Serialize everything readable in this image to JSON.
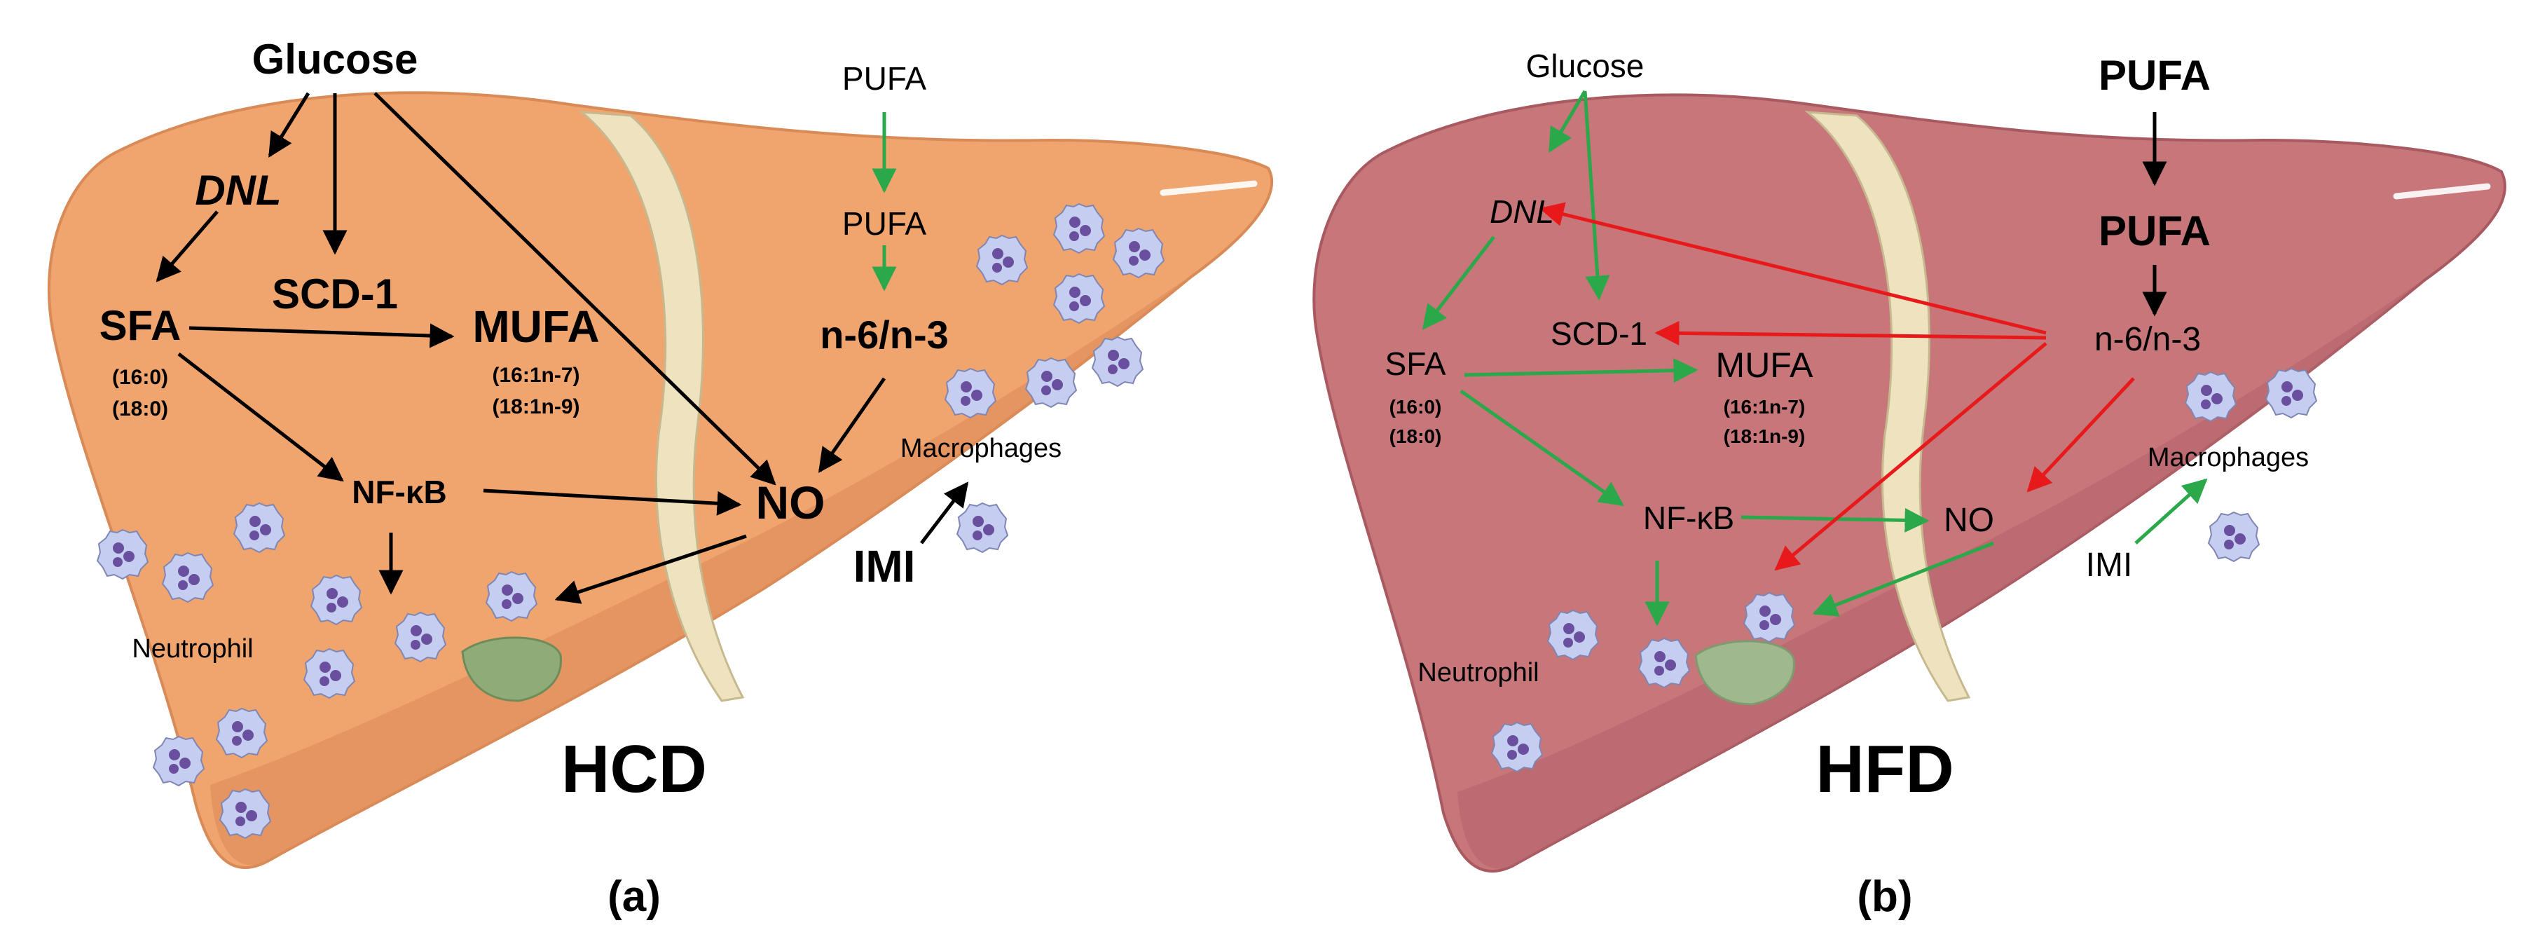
{
  "panel_a": {
    "condition": "HCD",
    "caption": "(a)",
    "nodes": {
      "glucose": "Glucose",
      "dnl": "DNL",
      "pufa_top": "PUFA",
      "pufa_mid": "PUFA",
      "sfa": "SFA",
      "sfa_sub1": "(16:0)",
      "sfa_sub2": "(18:0)",
      "scd1": "SCD-1",
      "mufa": "MUFA",
      "mufa_sub1": "(16:1n-7)",
      "mufa_sub2": "(18:1n-9)",
      "n6n3": "n-6/n-3",
      "nfkb": "NF-κB",
      "no": "NO",
      "macrophages": "Macrophages",
      "imi": "IMI",
      "neutrophil": "Neutrophil"
    }
  },
  "panel_b": {
    "condition": "HFD",
    "caption": "(b)",
    "nodes": {
      "glucose": "Glucose",
      "dnl": "DNL",
      "pufa_top": "PUFA",
      "pufa_mid": "PUFA",
      "sfa": "SFA",
      "sfa_sub1": "(16:0)",
      "sfa_sub2": "(18:0)",
      "scd1": "SCD-1",
      "mufa": "MUFA",
      "mufa_sub1": "(16:1n-7)",
      "mufa_sub2": "(18:1n-9)",
      "n6n3": "n-6/n-3",
      "nfkb": "NF-κB",
      "no": "NO",
      "macrophages": "Macrophages",
      "imi": "IMI",
      "neutrophil": "Neutrophil"
    }
  },
  "colors": {
    "liver_a": "#f0a46e",
    "liver_b": "#c7767a",
    "ligament": "#efe3bf",
    "gallbladder": "#8fac78",
    "arrow_black": "#000000",
    "arrow_green": "#2aa84a",
    "arrow_red": "#e8191b",
    "cell_fill": "#c5cdf0",
    "cell_nucleus": "#6a4f9e"
  }
}
